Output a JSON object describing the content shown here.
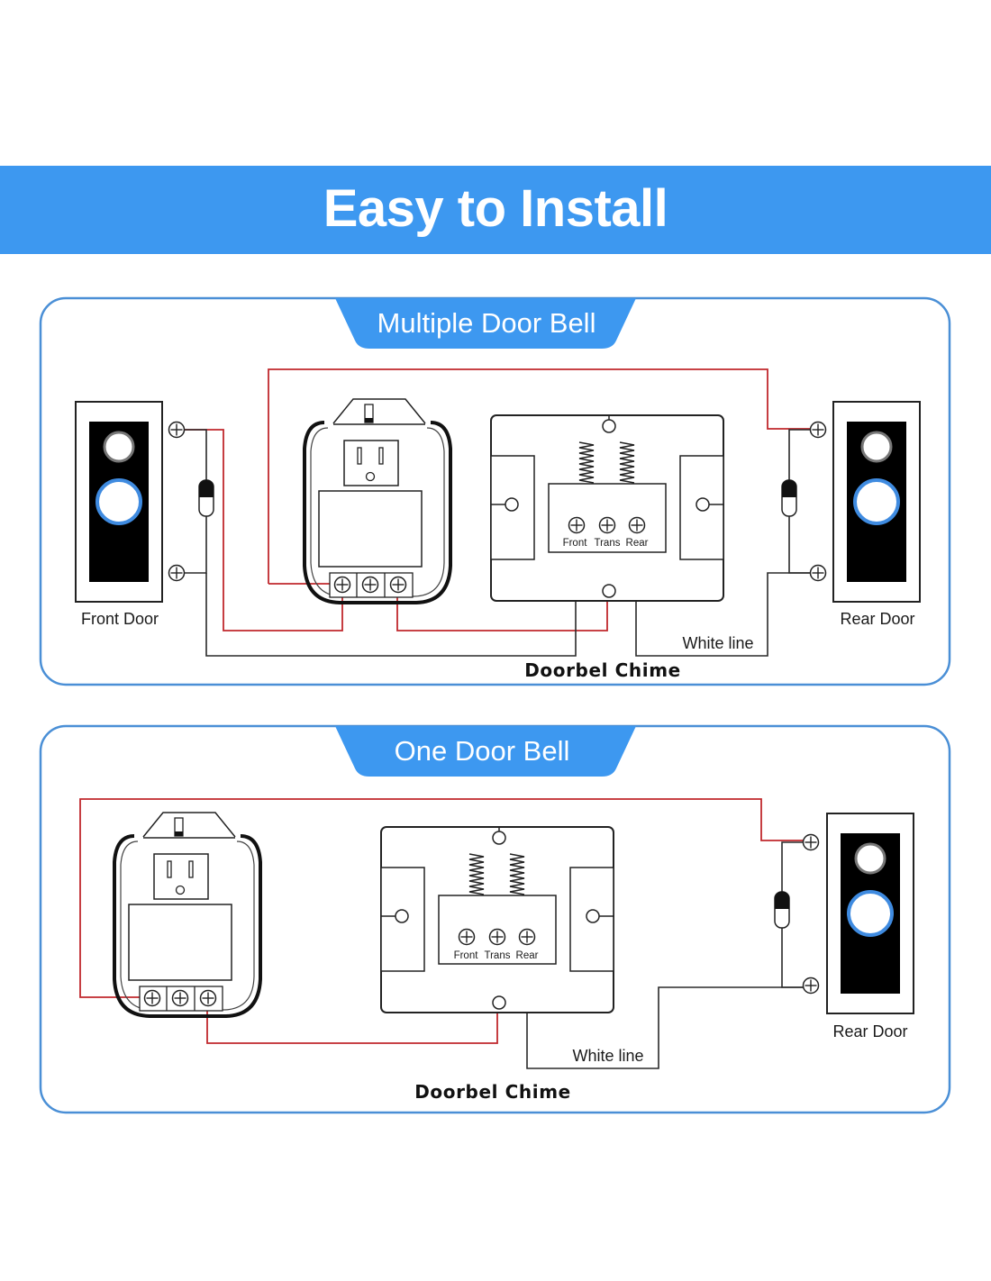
{
  "banner": {
    "title": "Easy to Install",
    "color": "#3d98f0"
  },
  "colors": {
    "panel_border": "#4a8fd6",
    "tab_fill": "#3d98f0",
    "wire_red": "#c0282d",
    "wire_black": "#2a2a2a",
    "button_ring": "#3f8be0"
  },
  "panels": [
    {
      "id": "multiple",
      "title": "Multiple Door Bell",
      "doorbells": [
        {
          "label": "Front Door"
        },
        {
          "label": "Rear Door"
        }
      ],
      "chime": {
        "title": "Doorbel Chime",
        "terminals": [
          "Front",
          "Trans",
          "Rear"
        ]
      },
      "wire_label": "White line"
    },
    {
      "id": "one",
      "title": "One Door Bell",
      "doorbells": [
        {
          "label": "Rear Door"
        }
      ],
      "chime": {
        "title": "Doorbel Chime",
        "terminals": [
          "Front",
          "Trans",
          "Rear"
        ]
      },
      "wire_label": "White line"
    }
  ]
}
